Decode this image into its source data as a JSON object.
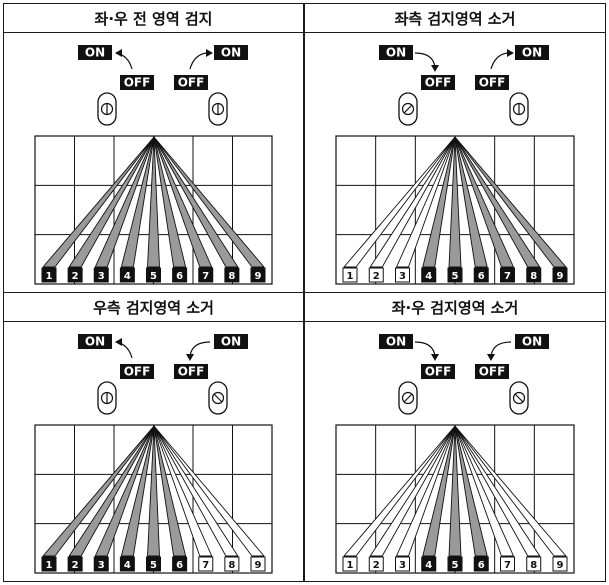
{
  "panels": [
    {
      "title": "좌·우 전 영역 검지",
      "left_switch": {
        "position": "on",
        "on_label": "ON",
        "off_label": "OFF"
      },
      "right_switch": {
        "position": "on",
        "on_label": "ON",
        "off_label": "OFF"
      },
      "zones": [
        {
          "label": "1",
          "active": true
        },
        {
          "label": "2",
          "active": true
        },
        {
          "label": "3",
          "active": true
        },
        {
          "label": "4",
          "active": true
        },
        {
          "label": "5",
          "active": true
        },
        {
          "label": "6",
          "active": true
        },
        {
          "label": "7",
          "active": true
        },
        {
          "label": "8",
          "active": true
        },
        {
          "label": "9",
          "active": true
        }
      ]
    },
    {
      "title": "좌측 검지영역 소거",
      "left_switch": {
        "position": "off",
        "on_label": "ON",
        "off_label": "OFF"
      },
      "right_switch": {
        "position": "on",
        "on_label": "ON",
        "off_label": "OFF"
      },
      "zones": [
        {
          "label": "1",
          "active": false
        },
        {
          "label": "2",
          "active": false
        },
        {
          "label": "3",
          "active": false
        },
        {
          "label": "4",
          "active": true
        },
        {
          "label": "5",
          "active": true
        },
        {
          "label": "6",
          "active": true
        },
        {
          "label": "7",
          "active": true
        },
        {
          "label": "8",
          "active": true
        },
        {
          "label": "9",
          "active": true
        }
      ]
    },
    {
      "title": "우측 검지영역 소거",
      "left_switch": {
        "position": "on",
        "on_label": "ON",
        "off_label": "OFF"
      },
      "right_switch": {
        "position": "off",
        "on_label": "ON",
        "off_label": "OFF"
      },
      "zones": [
        {
          "label": "1",
          "active": true
        },
        {
          "label": "2",
          "active": true
        },
        {
          "label": "3",
          "active": true
        },
        {
          "label": "4",
          "active": true
        },
        {
          "label": "5",
          "active": true
        },
        {
          "label": "6",
          "active": true
        },
        {
          "label": "7",
          "active": false
        },
        {
          "label": "8",
          "active": false
        },
        {
          "label": "9",
          "active": false
        }
      ]
    },
    {
      "title": "좌·우 검지영역 소거",
      "left_switch": {
        "position": "off",
        "on_label": "ON",
        "off_label": "OFF"
      },
      "right_switch": {
        "position": "off",
        "on_label": "ON",
        "off_label": "OFF"
      },
      "zones": [
        {
          "label": "1",
          "active": false
        },
        {
          "label": "2",
          "active": false
        },
        {
          "label": "3",
          "active": false
        },
        {
          "label": "4",
          "active": true
        },
        {
          "label": "5",
          "active": true
        },
        {
          "label": "6",
          "active": true
        },
        {
          "label": "7",
          "active": false
        },
        {
          "label": "8",
          "active": false
        },
        {
          "label": "9",
          "active": false
        }
      ]
    }
  ],
  "colors": {
    "beam_active": "#9a9a9a",
    "beam_inactive": "#ffffff",
    "label_bg": "#111111",
    "label_fg": "#ffffff",
    "stroke": "#111111"
  }
}
